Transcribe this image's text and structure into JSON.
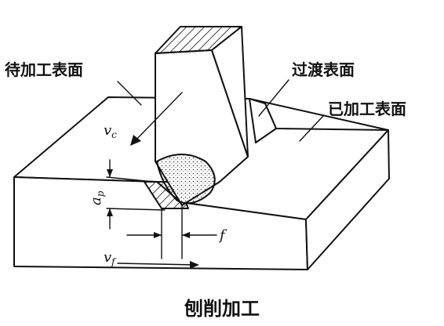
{
  "labels": {
    "surface_to_machine": "待加工表面",
    "transition_surface": "过渡表面",
    "machined_surface": "已加工表面"
  },
  "symbols": {
    "cutting_speed": {
      "main": "v",
      "sub": "c"
    },
    "depth_of_cut": {
      "main": "a",
      "sub": "p"
    },
    "feed": {
      "main": "f"
    },
    "feed_speed": {
      "main": "v",
      "sub": "f"
    }
  },
  "caption": "刨削加工"
}
